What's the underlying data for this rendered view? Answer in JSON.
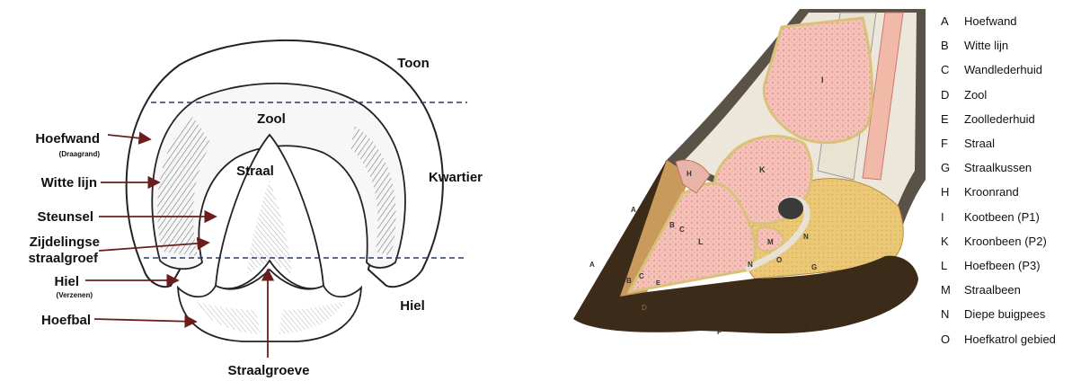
{
  "sole_view": {
    "left_labels": {
      "hoefwand": "Hoefwand",
      "draagrand": "(Draagrand)",
      "witte_lijn": "Witte lijn",
      "steunsel": "Steunsel",
      "zijdelingse_line1": "Zijdelingse",
      "zijdelingse_line2": "straalgroef",
      "hiel": "Hiel",
      "verzenen": "(Verzenen)",
      "hoefbal": "Hoefbal"
    },
    "inner_labels": {
      "zool": "Zool",
      "straal": "Straal"
    },
    "right_labels": {
      "toon": "Toon",
      "kwartier": "Kwartier",
      "hiel": "Hiel"
    },
    "bottom_label": "Straalgroeve"
  },
  "section_view": {
    "bone_labels": {
      "I": "I",
      "K": "K",
      "L": "L",
      "M": "M",
      "H": "H"
    },
    "outer_labels": {
      "A1": "A",
      "A2": "A",
      "B1": "B",
      "B2": "B",
      "C1": "C",
      "C2": "C",
      "D": "D",
      "E": "E",
      "F1": "F",
      "F2": "F",
      "G": "G",
      "N1": "N",
      "N2": "N",
      "O": "O"
    }
  },
  "legend": [
    {
      "letter": "A",
      "text": "Hoefwand"
    },
    {
      "letter": "B",
      "text": "Witte lijn"
    },
    {
      "letter": "C",
      "text": "Wandlederhuid"
    },
    {
      "letter": "D",
      "text": "Zool"
    },
    {
      "letter": "E",
      "text": "Zoollederhuid"
    },
    {
      "letter": "F",
      "text": "Straal"
    },
    {
      "letter": "G",
      "text": "Straalkussen"
    },
    {
      "letter": "H",
      "text": "Kroonrand"
    },
    {
      "letter": "I",
      "text": "Kootbeen (P1)"
    },
    {
      "letter": "K",
      "text": "Kroonbeen (P2)"
    },
    {
      "letter": "L",
      "text": "Hoefbeen (P3)"
    },
    {
      "letter": "M",
      "text": "Straalbeen"
    },
    {
      "letter": "N",
      "text": "Diepe buigpees"
    },
    {
      "letter": "O",
      "text": "Hoefkatrol gebied"
    }
  ],
  "colors": {
    "arrow": "#6b1d1d",
    "dashed": "#2a3a6e",
    "horn": "#3a2a1a",
    "bone": "#f2b9b0",
    "cushion": "#e9c36a"
  }
}
